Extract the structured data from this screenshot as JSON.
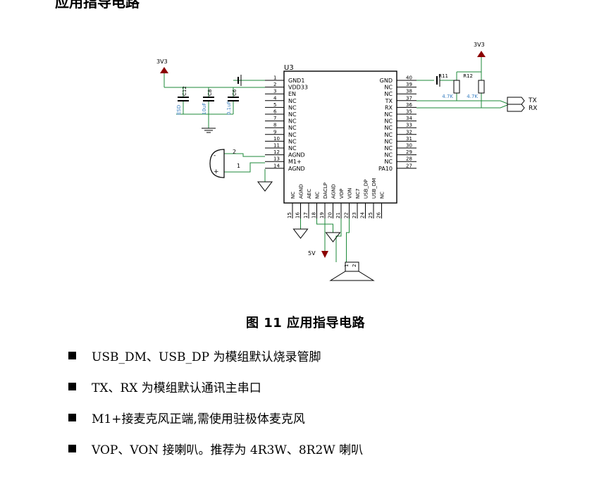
{
  "section_heading": "应用指导电路",
  "figure_caption": "图 11  应用指导电路",
  "schematic": {
    "chip_ref": "U3",
    "power_label": "3V3",
    "supply_5v_label": "5V",
    "left_pins": [
      {
        "num": "1",
        "name": "GND1"
      },
      {
        "num": "2",
        "name": "VDD33"
      },
      {
        "num": "3",
        "name": "EN"
      },
      {
        "num": "4",
        "name": "NC"
      },
      {
        "num": "5",
        "name": "NC"
      },
      {
        "num": "6",
        "name": "NC"
      },
      {
        "num": "7",
        "name": "NC"
      },
      {
        "num": "8",
        "name": "NC"
      },
      {
        "num": "9",
        "name": "NC"
      },
      {
        "num": "10",
        "name": "NC"
      },
      {
        "num": "11",
        "name": "NC"
      },
      {
        "num": "12",
        "name": "AGND"
      },
      {
        "num": "13",
        "name": "M1+"
      },
      {
        "num": "14",
        "name": "AGND"
      }
    ],
    "right_pins": [
      {
        "num": "40",
        "name": "GND"
      },
      {
        "num": "39",
        "name": "NC"
      },
      {
        "num": "38",
        "name": "NC"
      },
      {
        "num": "37",
        "name": "TX"
      },
      {
        "num": "36",
        "name": "RX"
      },
      {
        "num": "35",
        "name": "NC"
      },
      {
        "num": "34",
        "name": "NC"
      },
      {
        "num": "33",
        "name": "NC"
      },
      {
        "num": "32",
        "name": "NC"
      },
      {
        "num": "31",
        "name": "NC"
      },
      {
        "num": "30",
        "name": "NC"
      },
      {
        "num": "29",
        "name": "NC"
      },
      {
        "num": "28",
        "name": "NC"
      },
      {
        "num": "27",
        "name": "PA10"
      }
    ],
    "bottom_pins": [
      {
        "num": "15",
        "name": "NC"
      },
      {
        "num": "16",
        "name": "AGND"
      },
      {
        "num": "17",
        "name": "AEC"
      },
      {
        "num": "18",
        "name": "NC"
      },
      {
        "num": "19",
        "name": "DACLP"
      },
      {
        "num": "20",
        "name": "AGND"
      },
      {
        "num": "21",
        "name": "VOP"
      },
      {
        "num": "22",
        "name": "VON"
      },
      {
        "num": "23",
        "name": "NC7"
      },
      {
        "num": "24",
        "name": "USB_DP"
      },
      {
        "num": "25",
        "name": "USB_DM"
      },
      {
        "num": "26",
        "name": "NC"
      }
    ],
    "capacitors": [
      {
        "ref": "C12",
        "value": "ESD"
      },
      {
        "ref": "C8",
        "value": "10uF"
      },
      {
        "ref": "C6",
        "value": "0.1uF"
      }
    ],
    "resistors": [
      {
        "ref": "R11",
        "value": "4.7K"
      },
      {
        "ref": "R12",
        "value": "4.7K"
      }
    ],
    "connector_labels": [
      "TX",
      "RX"
    ],
    "mic_pins": [
      "2",
      "1"
    ],
    "mic_polarity": [
      "-",
      "+"
    ],
    "speaker_pins": [
      "1",
      "2"
    ],
    "colors": {
      "wire": "#1e8a3a",
      "component": "#000000",
      "power_arrow": "#8b0000",
      "value_text": "#3a7fc1"
    }
  },
  "bullets": [
    "USB_DM、USB_DP 为模组默认烧录管脚",
    "TX、RX 为模组默认通讯主串口",
    "M1+接麦克风正端,需使用驻极体麦克风",
    "VOP、VON 接喇叭。推荐为 4R3W、8R2W 喇叭"
  ]
}
